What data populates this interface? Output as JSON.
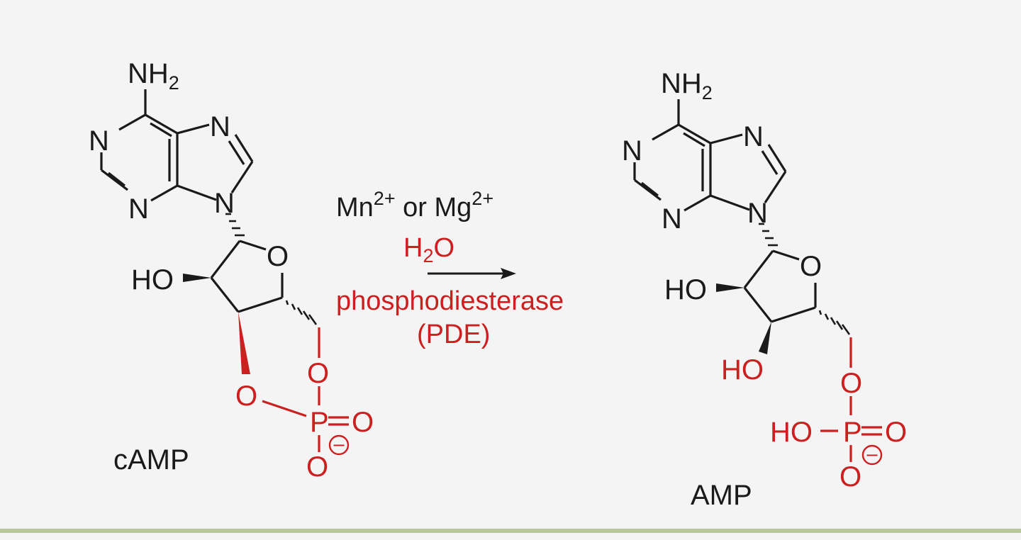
{
  "colors": {
    "black": "#1a1a1a",
    "red": "#cc1f1f",
    "background": "#f4f4f4",
    "rule": "#b7c89a"
  },
  "reactant": {
    "name": "cAMP",
    "atoms": {
      "nh2_n": "NH",
      "nh2_sub": "2",
      "n1": "N",
      "n3": "N",
      "n7": "N",
      "n9": "N",
      "ring_o": "O",
      "ho_2": "HO",
      "o_3": "O",
      "o_5": "O",
      "p": "P",
      "p_dbl_o": "O",
      "p_neg_o": "O",
      "charge": "−"
    }
  },
  "conditions": {
    "metal_line": {
      "mn": "Mn",
      "mn_charge": "2+",
      "or": " or ",
      "mg": "Mg",
      "mg_charge": "2+"
    },
    "water": {
      "h": "H",
      "sub": "2",
      "o": "O"
    },
    "enzyme": "phosphodiesterase",
    "enzyme_abbrev": "(PDE)"
  },
  "product": {
    "name": "AMP",
    "atoms": {
      "nh2_n": "NH",
      "nh2_sub": "2",
      "n1": "N",
      "n3": "N",
      "n7": "N",
      "n9": "N",
      "ring_o": "O",
      "ho_2": "HO",
      "ho_3": "HO",
      "o_5": "O",
      "p": "P",
      "p_dbl_o": "O",
      "p_ho": "HO",
      "p_neg_o": "O",
      "charge": "−"
    }
  }
}
